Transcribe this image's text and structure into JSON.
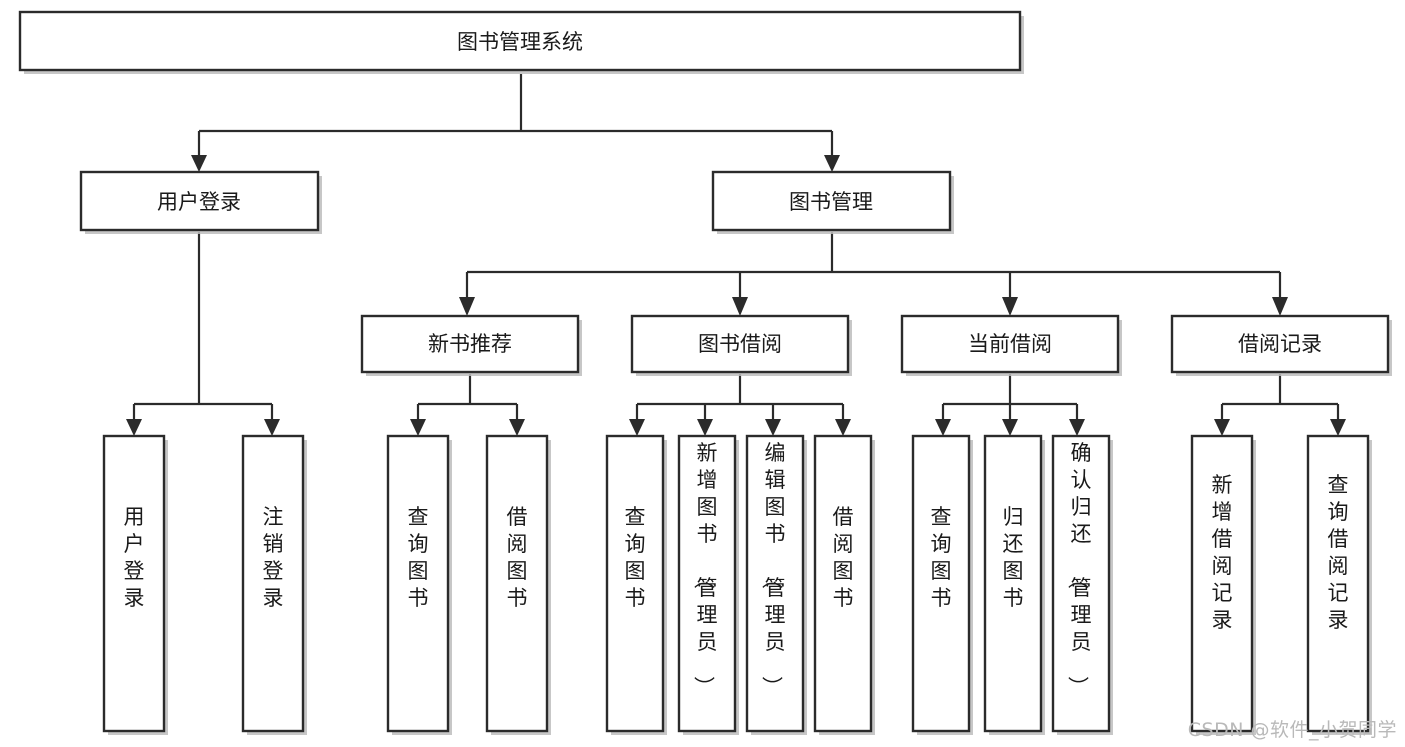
{
  "diagram": {
    "type": "tree-hierarchy-chart",
    "title": "图书管理系统",
    "watermark": "CSDN @软件_小贺同学",
    "colors": {
      "box_stroke": "#2b2b2b",
      "box_fill": "#ffffff",
      "connector": "#2b2b2b",
      "background": "#ffffff",
      "watermark": "#b9b9b9"
    },
    "levels": {
      "root": {
        "label": "图书管理系统"
      },
      "level2": [
        {
          "label": "用户登录"
        },
        {
          "label": "图书管理"
        }
      ],
      "level3": [
        {
          "label": "新书推荐"
        },
        {
          "label": "图书借阅"
        },
        {
          "label": "当前借阅"
        },
        {
          "label": "借阅记录"
        }
      ],
      "leaves": {
        "user_login": [
          {
            "label": "用户登录"
          },
          {
            "label": "注销登录"
          }
        ],
        "new_book_recommend": [
          {
            "label": "查询图书"
          },
          {
            "label": "借阅图书"
          }
        ],
        "book_borrow": [
          {
            "label": "查询图书"
          },
          {
            "label": "新增图书（管理员）"
          },
          {
            "label": "编辑图书（管理员）"
          },
          {
            "label": "借阅图书"
          }
        ],
        "current_borrow": [
          {
            "label": "查询图书"
          },
          {
            "label": "归还图书"
          },
          {
            "label": "确认归还（管理员）"
          }
        ],
        "borrow_record": [
          {
            "label": "新增借阅记录"
          },
          {
            "label": "查询借阅记录"
          }
        ]
      }
    }
  }
}
